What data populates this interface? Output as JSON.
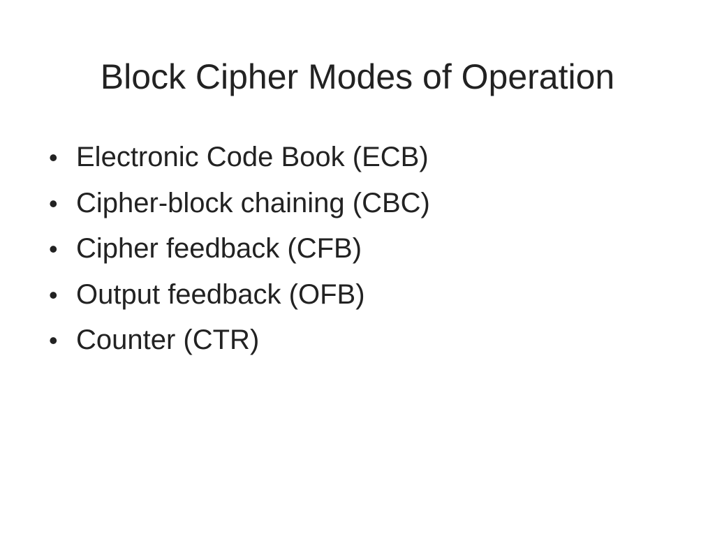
{
  "slide": {
    "title": "Block Cipher Modes of Operation",
    "bullet_glyph": "•",
    "bullets": [
      "Electronic Code Book (ECB)",
      "Cipher-block chaining (CBC)",
      "Cipher feedback (CFB)",
      "Output feedback (OFB)",
      "Counter (CTR)"
    ]
  },
  "colors": {
    "background": "#ffffff",
    "text": "#222222"
  }
}
